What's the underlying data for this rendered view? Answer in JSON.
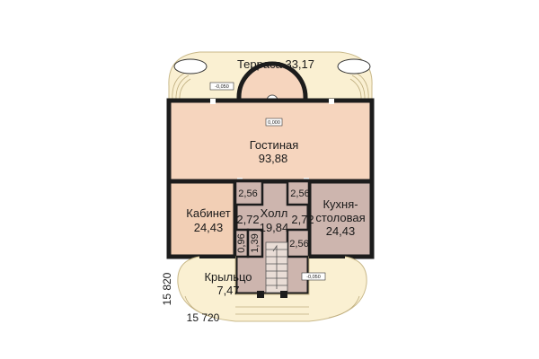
{
  "plan": {
    "terrace": {
      "name": "Терраса",
      "area": "33,17"
    },
    "living": {
      "name": "Гостиная",
      "area": "93,88"
    },
    "cabinet": {
      "name": "Кабинет",
      "area": "24,43"
    },
    "hall": {
      "name": "Холл",
      "area": "19,84"
    },
    "kitchen": {
      "name_line1": "Кухня-",
      "name_line2": "столовая",
      "area": "24,43"
    },
    "porch": {
      "name": "Крыльцо",
      "area": "7,47"
    },
    "small_rooms": {
      "top_left": "2,56",
      "top_right": "2,56",
      "mid_left": "2,72",
      "mid_right": "2,72",
      "bottom_right": "2,56",
      "vert_a": "0,96",
      "vert_b": "1,39"
    },
    "levels": {
      "terrace": "-0,050",
      "living": "0,000",
      "porch": "-0,050"
    },
    "dimensions": {
      "vertical": "15 820",
      "horizontal": "15 720"
    }
  },
  "colors": {
    "wall": "#1c1c1c",
    "living_fill": "#f6d5be",
    "cabinet_fill": "#f2cfb5",
    "hall_fill": "#cdb5ae",
    "kitchen_fill": "#cdb5ae",
    "terrace_fill": "#faf0d2",
    "porch_fill": "#faf0d2"
  }
}
